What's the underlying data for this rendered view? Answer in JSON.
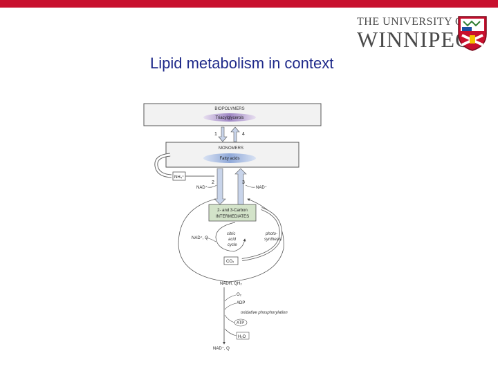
{
  "slide": {
    "title": "Lipid metabolism in context"
  },
  "logo": {
    "line1": "THE UNIVERSITY OF",
    "line2": "WINNIPEG"
  },
  "diagram": {
    "biopolymers_label": "BIOPOLYMERS",
    "triacylglycerols_label": "Triacylglycerols",
    "step1": "1",
    "step4": "4",
    "monomers_label": "MONOMERS",
    "fatty_acids_label": "Fatty acids",
    "nh4_label": "NH₄⁺",
    "step2": "2",
    "step3": "3",
    "nad_left": "NAD⁺",
    "nad_right": "NAD⁺",
    "intermediates_line1": "2- and 3-Carbon",
    "intermediates_line2": "INTERMEDIATES",
    "citric_line1": "citric",
    "citric_line2": "acid",
    "citric_line3": "cycle",
    "nad_q": "NAD⁺, Q",
    "photo_line1": "photo-",
    "photo_line2": "synthesis",
    "co2_label": "CO₂",
    "nadh_qh2": "NADH, QH₂",
    "o2_label": "O₂",
    "adp_label": "ADP",
    "oxphos_label": "oxidative phosphorylation",
    "atp_label": "ATP",
    "h2o_label": "H₂O",
    "nad_q_bottom": "NAD⁺, Q"
  }
}
